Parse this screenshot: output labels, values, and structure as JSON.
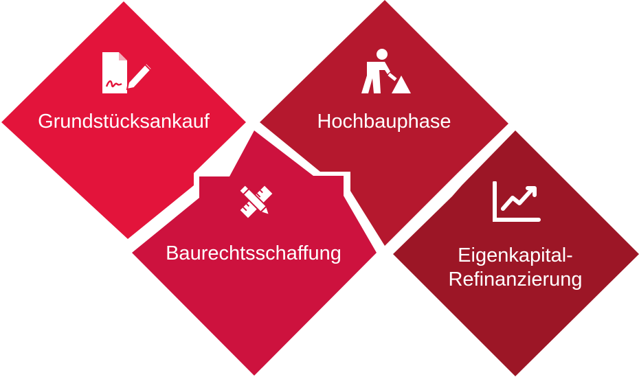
{
  "steps": [
    {
      "id": "grundstuecksankauf",
      "label": "Grundstücksankauf",
      "icon": "document-signature-icon",
      "color": "#e3143b"
    },
    {
      "id": "baurechtsschaffung",
      "label": "Baurechtsschaffung",
      "icon": "pencil-ruler-icon",
      "color": "#cd123e"
    },
    {
      "id": "hochbauphase",
      "label": "Hochbauphase",
      "icon": "construction-worker-icon",
      "color": "#b5182e"
    },
    {
      "id": "eigenkapital",
      "label_line1": "Eigenkapital-",
      "label_line2": "Refinanzierung",
      "icon": "line-chart-icon",
      "color": "#9c1626"
    }
  ]
}
